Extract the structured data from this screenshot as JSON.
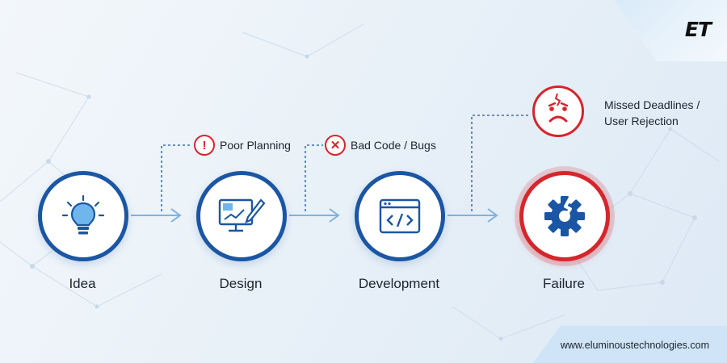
{
  "logo": {
    "text": "ET"
  },
  "website": {
    "text": "www.eluminoustechnologies.com"
  },
  "stages": [
    {
      "label": "Idea",
      "icon": "lightbulb-icon"
    },
    {
      "label": "Design",
      "icon": "design-monitor-icon"
    },
    {
      "label": "Development",
      "icon": "code-window-icon"
    },
    {
      "label": "Failure",
      "icon": "broken-gear-icon"
    }
  ],
  "issues": [
    {
      "label": "Poor Planning",
      "icon": "exclamation-icon"
    },
    {
      "label": "Bad Code / Bugs",
      "icon": "x-mark-icon"
    }
  ],
  "outcome": {
    "line1": "Missed Deadlines /",
    "line2": "User Rejection",
    "icon": "sad-face-icon"
  },
  "colors": {
    "primary_blue": "#1b56a4",
    "failure_red": "#d5262b",
    "connector": "#7fb2e0"
  }
}
